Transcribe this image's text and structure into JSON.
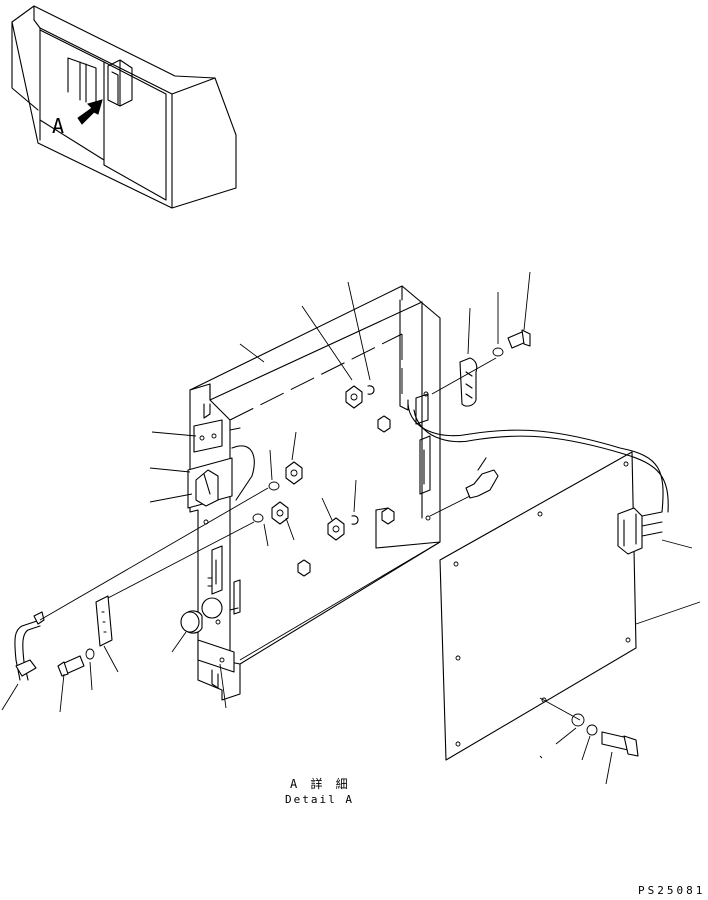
{
  "inset": {
    "view_letter": "A"
  },
  "caption": {
    "japanese": "A 詳 細",
    "english": "Detail A"
  },
  "drawing_code": "PS25081",
  "colors": {
    "ink": "#000000",
    "paper": "#ffffff"
  }
}
